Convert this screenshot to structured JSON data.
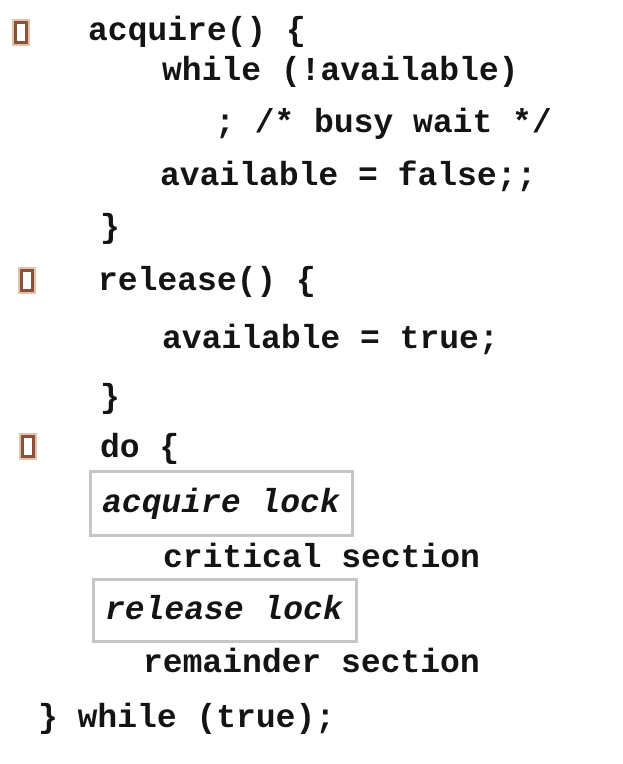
{
  "slide": {
    "background_color": "#ffffff",
    "text_color": "#141414",
    "bullet_border_color": "#8a5139",
    "bullet_halo_color": "#e3c3ab",
    "box_border_color": "#c6c6c6",
    "bullet_icon": "hollow-square-bullet"
  },
  "code": {
    "acquire_header": "acquire() {",
    "while_line": "while (!available)",
    "busy_wait_comment": "; /* busy wait */",
    "set_unavailable": "available = false;;",
    "acquire_close_brace": "}",
    "release_header": "release() {",
    "set_available": "available = true;",
    "release_close_brace": "}",
    "do_header": "do {",
    "acquire_lock_label": "acquire lock",
    "critical_section": "critical section",
    "release_lock_label": "release lock",
    "remainder_section": "remainder section",
    "do_while_footer": "} while (true);"
  }
}
